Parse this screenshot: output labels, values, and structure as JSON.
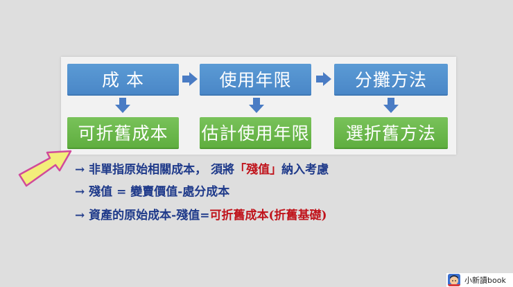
{
  "flow": {
    "top_row": [
      "成 本",
      "使用年限",
      "分攤方法"
    ],
    "bottom_row": [
      "可折舊成本",
      "估計使用年限",
      "選折舊方法"
    ]
  },
  "notes": {
    "line1": {
      "arrow": "→",
      "prefix": "非單指原始相關成本，  須將",
      "bracket_open": "「",
      "highlight": "殘值",
      "bracket_close": "」",
      "suffix": "納入考慮"
    },
    "line2": {
      "arrow": "→",
      "text": "殘值 = 變賣價值-處分成本"
    },
    "line3": {
      "arrow": "→",
      "prefix": "資產的原始成本-殘值=",
      "highlight": "可折舊成本(折舊基礎)"
    }
  },
  "badge": {
    "label": "小新讀book"
  },
  "colors": {
    "blue_box": "#5b9bd5",
    "green_box": "#6cb84c",
    "arrow_blue": "#4a7cc4",
    "text_navy": "#1f3a8a",
    "text_red": "#c0141c",
    "pointer_yellow": "#f3ee7a",
    "pointer_outline": "#d04a9a"
  }
}
